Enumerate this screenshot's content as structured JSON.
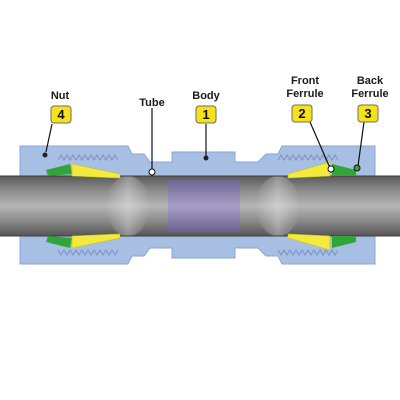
{
  "labels": {
    "nut": "Nut",
    "tube": "Tube",
    "body": "Body",
    "front_ferrule_line1": "Front",
    "front_ferrule_line2": "Ferrule",
    "back_ferrule_line1": "Back",
    "back_ferrule_line2": "Ferrule"
  },
  "badges": {
    "nut": "4",
    "body": "1",
    "front_ferrule": "2",
    "back_ferrule": "3"
  },
  "colors": {
    "badge_fill": "#f6e21a",
    "body_blue": "#a6bfe3",
    "body_blue_dark": "#8aa5d6",
    "ferrule_yellow": "#f2ea3c",
    "ferrule_green": "#2fa53a",
    "tube_gray": "#6e6e6e",
    "tube_light": "#a8a8a8",
    "bore_purple": "#8f86b6"
  }
}
